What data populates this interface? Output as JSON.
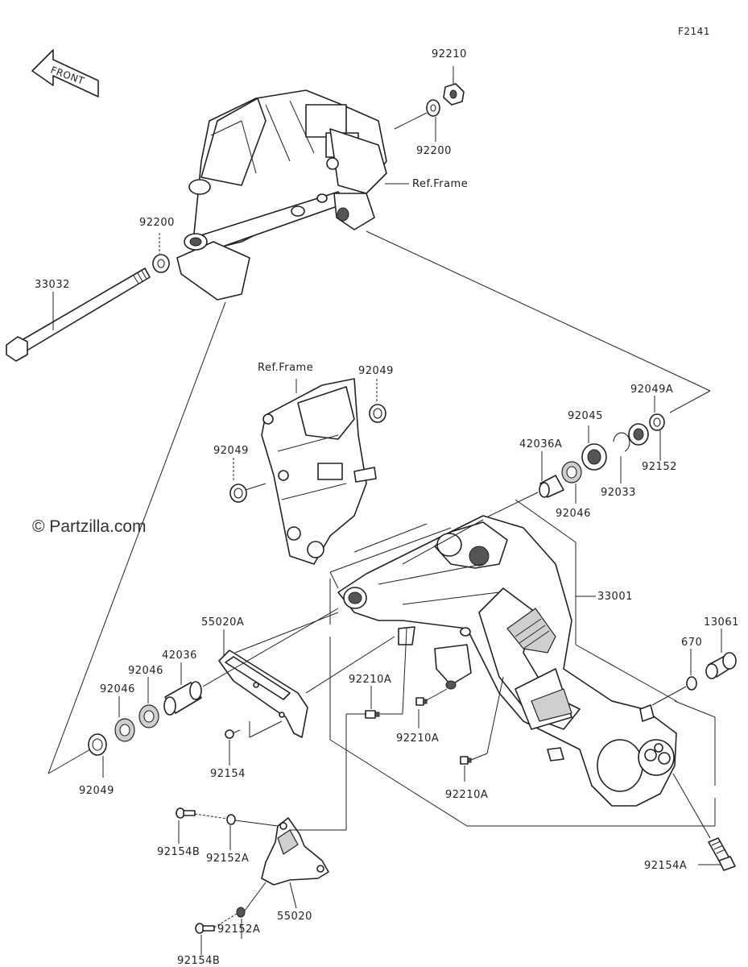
{
  "figure_id": "F2141",
  "front_label": "FRONT",
  "watermark": "© Partzilla.com",
  "labels": {
    "p92210_top": "92210",
    "p92200_top": "92200",
    "ref_frame_top": "Ref.Frame",
    "p92200_left": "92200",
    "p33032": "33032",
    "ref_frame_mid": "Ref.Frame",
    "p92049_top": "92049",
    "p92049_left": "92049",
    "p92049A": "92049A",
    "p92045": "92045",
    "p42036A": "42036A",
    "p92152": "92152",
    "p92033": "92033",
    "p92046_right": "92046",
    "p33001": "33001",
    "p13061": "13061",
    "p670": "670",
    "p55020A": "55020A",
    "p42036": "42036",
    "p92046_a": "92046",
    "p92046_b": "92046",
    "p92210A_1": "92210A",
    "p92210A_2": "92210A",
    "p92210A_3": "92210A",
    "p92154": "92154",
    "p92049_bottom": "92049",
    "p92154B_1": "92154B",
    "p92152A_1": "92152A",
    "p92154A": "92154A",
    "p55020": "55020",
    "p92152A_2": "92152A",
    "p92154B_2": "92154B"
  }
}
